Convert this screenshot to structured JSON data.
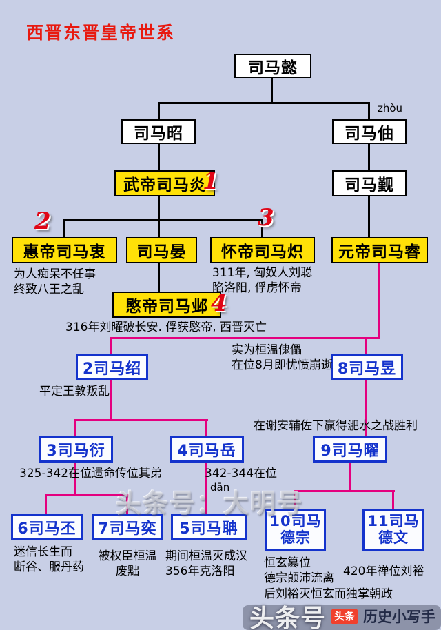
{
  "title": "西晋东晋皇帝世系",
  "colors": {
    "background": "#c8cfe6",
    "emperor_box_fill": "#ffe108",
    "eastern_box_border": "#1433cc",
    "western_line": "#000000",
    "eastern_line": "#e4007f",
    "title_red": "#e8190f",
    "number_red": "#e00616"
  },
  "pinyin": {
    "zhou": "zhòu",
    "dan": "dān"
  },
  "numbers": {
    "one": "1",
    "two": "2",
    "three": "3",
    "four": "4"
  },
  "nodes": {
    "simayi": "司马懿",
    "simazhao": "司马昭",
    "simazhou": "司马伷",
    "wudi": "武帝司马炎",
    "simajin": "司马觐",
    "huidi": "惠帝司马衷",
    "simayan": "司马晏",
    "huaidi": "怀帝司马炽",
    "yuandi": "元帝司马睿",
    "mindi": "愍帝司马邺",
    "shao": "2司马绍",
    "yu": "8司马昱",
    "yan": "3司马衍",
    "yue": "4司马岳",
    "yao": "9司马曜",
    "pi": "6司马丕",
    "yi": "7司马奕",
    "dan": "5司马聃",
    "dezong_top": "10司马",
    "dezong_bottom": "德宗",
    "dewen_top": "11司马",
    "dewen_bottom": "德文"
  },
  "notes": {
    "huidi": "为人痴呆不任事\n终致八王之乱",
    "huaidi": "311年, 匈奴人刘聪\n陷洛阳, 俘虏怀帝",
    "mindi": "316年刘曜破长安. 俘获愍帝, 西晋灭亡",
    "yu": "实为桓温傀儡\n在位8月即忧愤崩逝",
    "shao": "平定王敦叛乱",
    "yao": "在谢安辅佐下赢得淝水之战胜利",
    "yan": "325-342在位遗命传位其弟",
    "yue": "342-344在位",
    "pi": "迷信长生而\n断谷、服丹药",
    "yi": "被权臣桓温\n废黜",
    "dan": "期间桓温灭成汉\n356年克洛阳",
    "dezong": "恒玄篡位\n德宗颠沛流离\n后刘裕灭恒玄而独掌朝政",
    "dewen": "420年禅位刘裕"
  },
  "watermarks": {
    "center": "头条号：大明号",
    "bottom_big": "头条号",
    "bottom_badge": "头条",
    "bottom_name": "历史小写手"
  }
}
